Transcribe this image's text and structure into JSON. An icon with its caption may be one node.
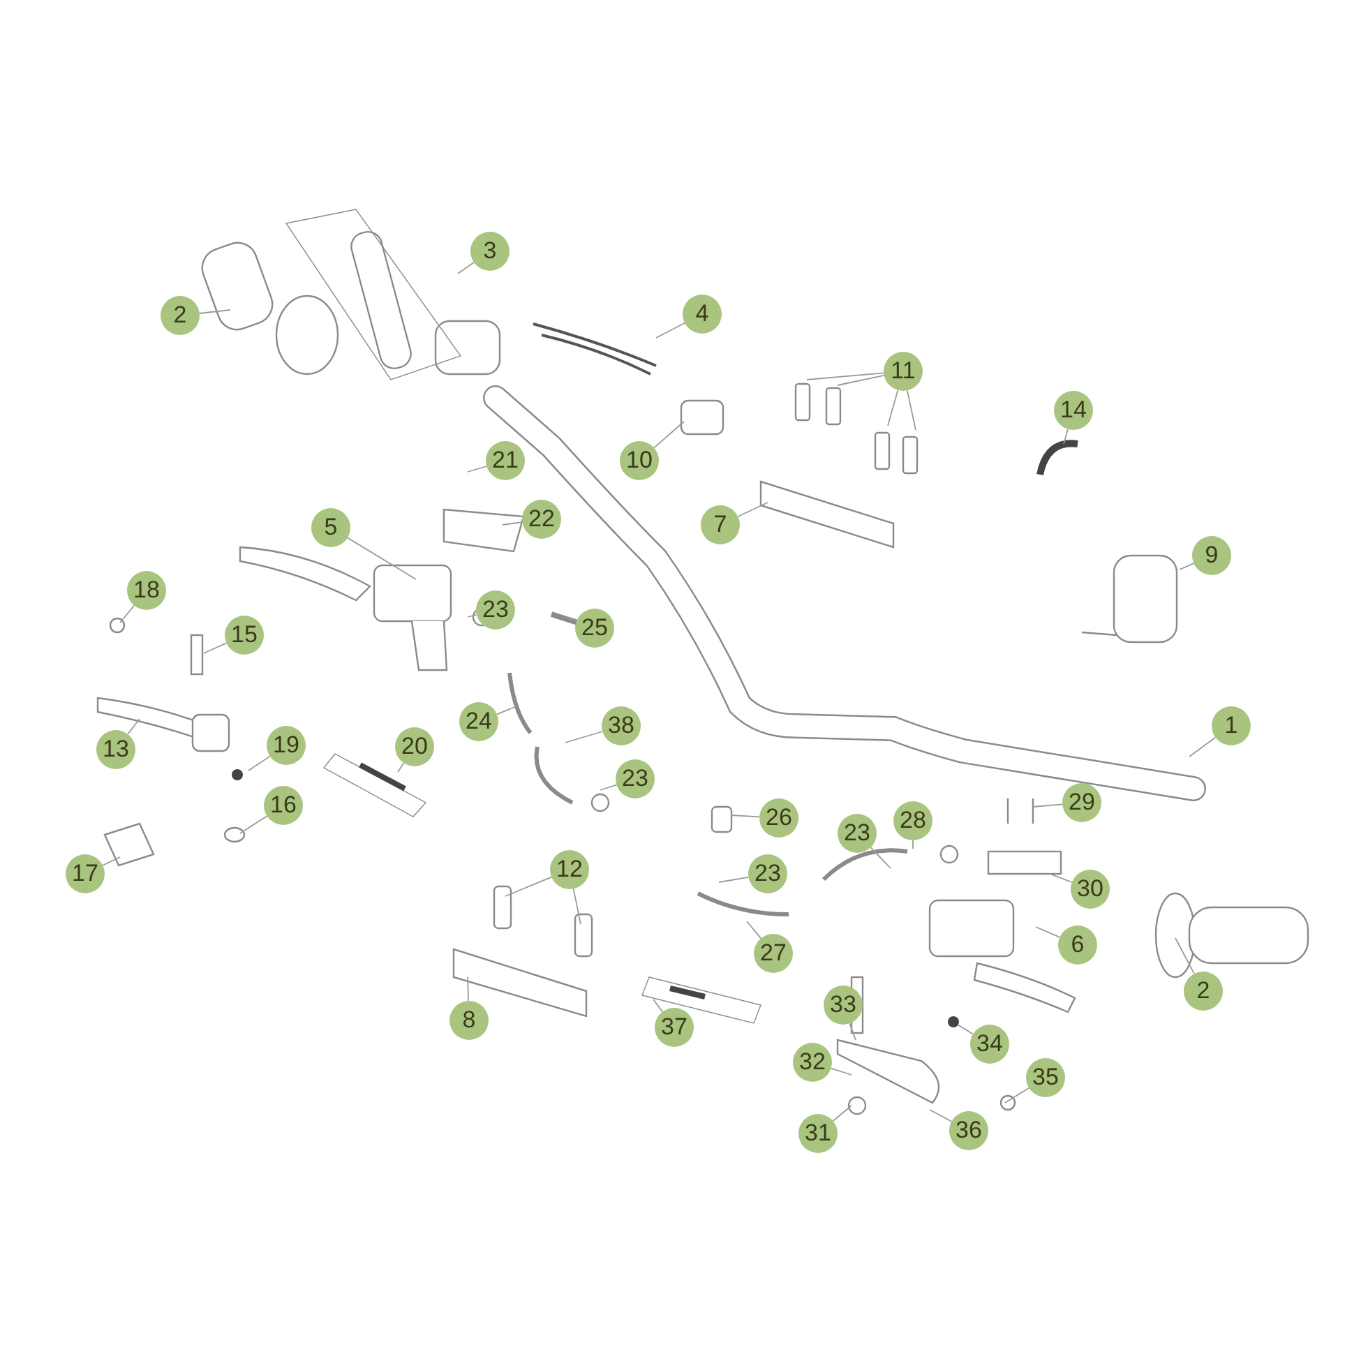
{
  "diagram": {
    "nodes": [
      {
        "text": [
          "2"
        ]
      },
      {
        "text": [
          "3"
        ]
      },
      {
        "text": [
          "4"
        ]
      },
      {
        "text": [
          "11"
        ]
      },
      {
        "text": [
          "14"
        ]
      },
      {
        "text": [
          "10"
        ]
      },
      {
        "text": [
          "21"
        ]
      },
      {
        "text": [
          "22"
        ]
      },
      {
        "text": [
          "7"
        ]
      },
      {
        "text": [
          "5"
        ]
      },
      {
        "text": [
          "9"
        ]
      },
      {
        "text": [
          "18"
        ]
      },
      {
        "text": [
          "15"
        ]
      },
      {
        "text": [
          "23"
        ]
      },
      {
        "text": [
          "25"
        ]
      },
      {
        "text": [
          "1"
        ]
      },
      {
        "text": [
          "13"
        ]
      },
      {
        "text": [
          "19"
        ]
      },
      {
        "text": [
          "24"
        ]
      },
      {
        "text": [
          "38"
        ]
      },
      {
        "text": [
          "20"
        ]
      },
      {
        "text": [
          "23"
        ]
      },
      {
        "text": [
          "16"
        ]
      },
      {
        "text": [
          "17"
        ]
      },
      {
        "text": [
          "26"
        ]
      },
      {
        "text": [
          "28"
        ]
      },
      {
        "text": [
          "29"
        ]
      },
      {
        "text": [
          "23"
        ]
      },
      {
        "text": [
          "23"
        ]
      },
      {
        "text": [
          "30"
        ]
      },
      {
        "text": [
          "12"
        ]
      },
      {
        "text": [
          "6"
        ]
      },
      {
        "text": [
          "27"
        ]
      },
      {
        "text": [
          "2"
        ]
      },
      {
        "text": [
          "33"
        ]
      },
      {
        "text": [
          "37"
        ]
      },
      {
        "text": [
          "8"
        ]
      },
      {
        "text": [
          "34"
        ]
      },
      {
        "text": [
          "32"
        ]
      },
      {
        "text": [
          "35"
        ]
      },
      {
        "text": [
          "31"
        ]
      },
      {
        "text": [
          "36"
        ]
      }
    ],
    "edges": [
      {
        "from": 0,
        "to": null,
        "arrow": "none"
      },
      {
        "from": 1,
        "to": null,
        "arrow": "none"
      },
      {
        "from": 2,
        "to": null,
        "arrow": "none"
      },
      {
        "from": 3,
        "to": null,
        "arrow": "none"
      },
      {
        "from": 3,
        "to": null,
        "arrow": "none"
      },
      {
        "from": 3,
        "to": null,
        "arrow": "none"
      },
      {
        "from": 3,
        "to": null,
        "arrow": "none"
      },
      {
        "from": 4,
        "to": null,
        "arrow": "none"
      },
      {
        "from": 5,
        "to": null,
        "arrow": "none"
      },
      {
        "from": 6,
        "to": null,
        "arrow": "none"
      },
      {
        "from": 7,
        "to": null,
        "arrow": "none"
      },
      {
        "from": 8,
        "to": null,
        "arrow": "none"
      },
      {
        "from": 9,
        "to": null,
        "arrow": "none"
      },
      {
        "from": 10,
        "to": null,
        "arrow": "none"
      },
      {
        "from": 11,
        "to": null,
        "arrow": "none"
      },
      {
        "from": 12,
        "to": null,
        "arrow": "none"
      },
      {
        "from": 13,
        "to": null,
        "arrow": "none"
      },
      {
        "from": 14,
        "to": null,
        "arrow": "none"
      },
      {
        "from": 15,
        "to": null,
        "arrow": "none"
      },
      {
        "from": 16,
        "to": null,
        "arrow": "none"
      },
      {
        "from": 17,
        "to": null,
        "arrow": "none"
      },
      {
        "from": 18,
        "to": null,
        "arrow": "none"
      },
      {
        "from": 19,
        "to": null,
        "arrow": "none"
      },
      {
        "from": 20,
        "to": null,
        "arrow": "none"
      },
      {
        "from": 21,
        "to": null,
        "arrow": "none"
      },
      {
        "from": 22,
        "to": null,
        "arrow": "none"
      },
      {
        "from": 23,
        "to": null,
        "arrow": "none"
      },
      {
        "from": 24,
        "to": null,
        "arrow": "none"
      },
      {
        "from": 25,
        "to": null,
        "arrow": "none"
      },
      {
        "from": 26,
        "to": null,
        "arrow": "none"
      },
      {
        "from": 27,
        "to": null,
        "arrow": "none"
      },
      {
        "from": 28,
        "to": null,
        "arrow": "none"
      },
      {
        "from": 29,
        "to": null,
        "arrow": "none"
      },
      {
        "from": 30,
        "to": null,
        "arrow": "none"
      },
      {
        "from": 30,
        "to": null,
        "arrow": "none"
      },
      {
        "from": 31,
        "to": null,
        "arrow": "none"
      },
      {
        "from": 32,
        "to": null,
        "arrow": "none"
      },
      {
        "from": 33,
        "to": null,
        "arrow": "none"
      },
      {
        "from": 34,
        "to": null,
        "arrow": "none"
      },
      {
        "from": 35,
        "to": null,
        "arrow": "none"
      },
      {
        "from": 36,
        "to": null,
        "arrow": "none"
      },
      {
        "from": 37,
        "to": null,
        "arrow": "none"
      },
      {
        "from": 38,
        "to": null,
        "arrow": "none"
      },
      {
        "from": 39,
        "to": null,
        "arrow": "none"
      },
      {
        "from": 40,
        "to": null,
        "arrow": "none"
      },
      {
        "from": 41,
        "to": null,
        "arrow": "none"
      }
    ]
  }
}
